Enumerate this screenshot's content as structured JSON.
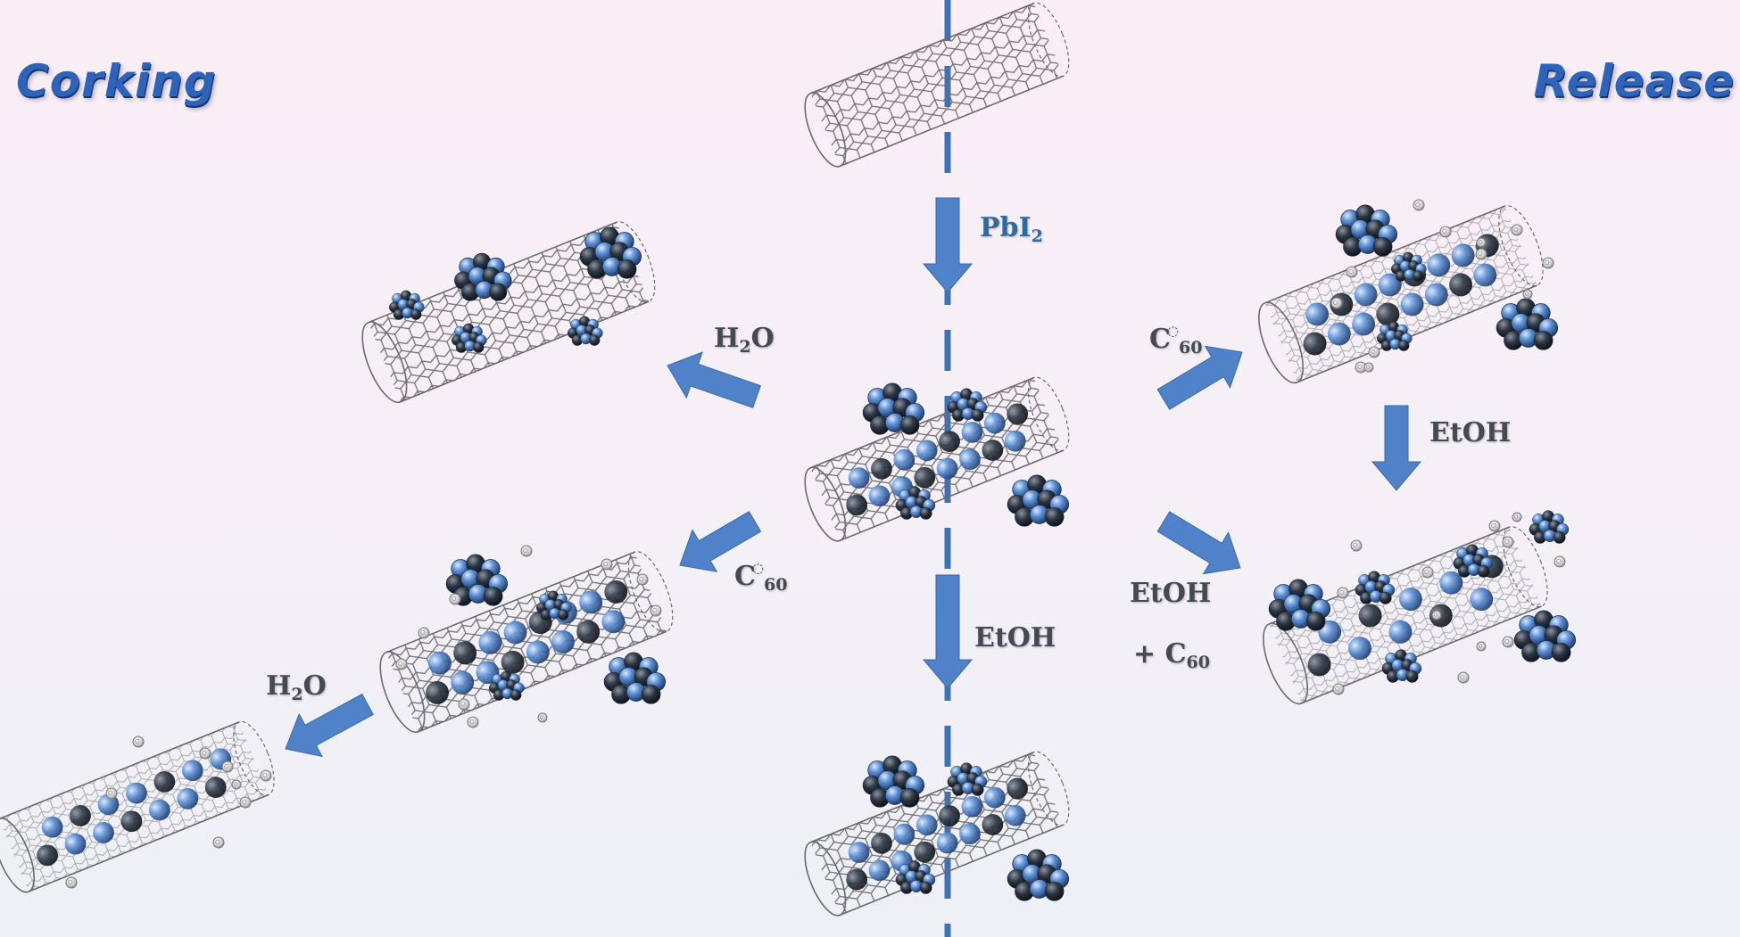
{
  "titles": {
    "left": "Corking",
    "right": "Release"
  },
  "labels": {
    "pbi2": {
      "main": "PbI",
      "sub": "2"
    },
    "h2o_upper": {
      "pre": "H",
      "sub": "2",
      "post": "O"
    },
    "h2o_lower": {
      "pre": "H",
      "sub": "2",
      "post": "O"
    },
    "c60_left": {
      "main": "C",
      "sub": "60"
    },
    "c60_right": {
      "main": "C",
      "sub": "60"
    },
    "etoh_center": "EtOH",
    "etoh_right": "EtOH",
    "etoh_c60": {
      "main": "EtOH",
      "plus": "+ C",
      "sub": "60"
    }
  },
  "colors": {
    "arrow": "#4f82c8",
    "axis": "#3d72b8",
    "tube": "#6b6b6b",
    "cluster_blue": "#5b8fd4",
    "cluster_dark": "#2c3542",
    "fullerene": "#a9a9a9",
    "title": "#2d63b8"
  }
}
